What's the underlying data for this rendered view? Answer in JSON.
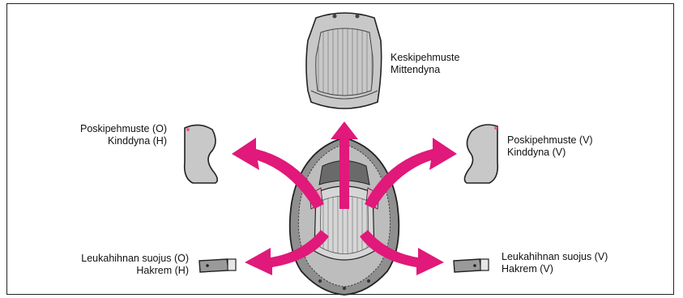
{
  "labels": {
    "center_pad": {
      "fi": "Keskipehmuste",
      "sv": "Mittendyna"
    },
    "cheek_pad_left": {
      "fi": "Poskipehmuste (O)",
      "sv": "Kinddyna (H)"
    },
    "cheek_pad_right": {
      "fi": "Poskipehmuste (V)",
      "sv": "Kinddyna (V)"
    },
    "chinstrap_cover_left": {
      "fi": "Leukahihnan suojus (O)",
      "sv": "Hakrem (H)"
    },
    "chinstrap_cover_right": {
      "fi": "Leukahihnan suojus (V)",
      "sv": "Hakrem (V)"
    }
  },
  "colors": {
    "arrow": "#e0197a",
    "pad_fill": "#c8c8c8",
    "pad_outline": "#222222",
    "shell_fill": "#9a9a9a",
    "liner_fill": "#d9d9d9"
  }
}
